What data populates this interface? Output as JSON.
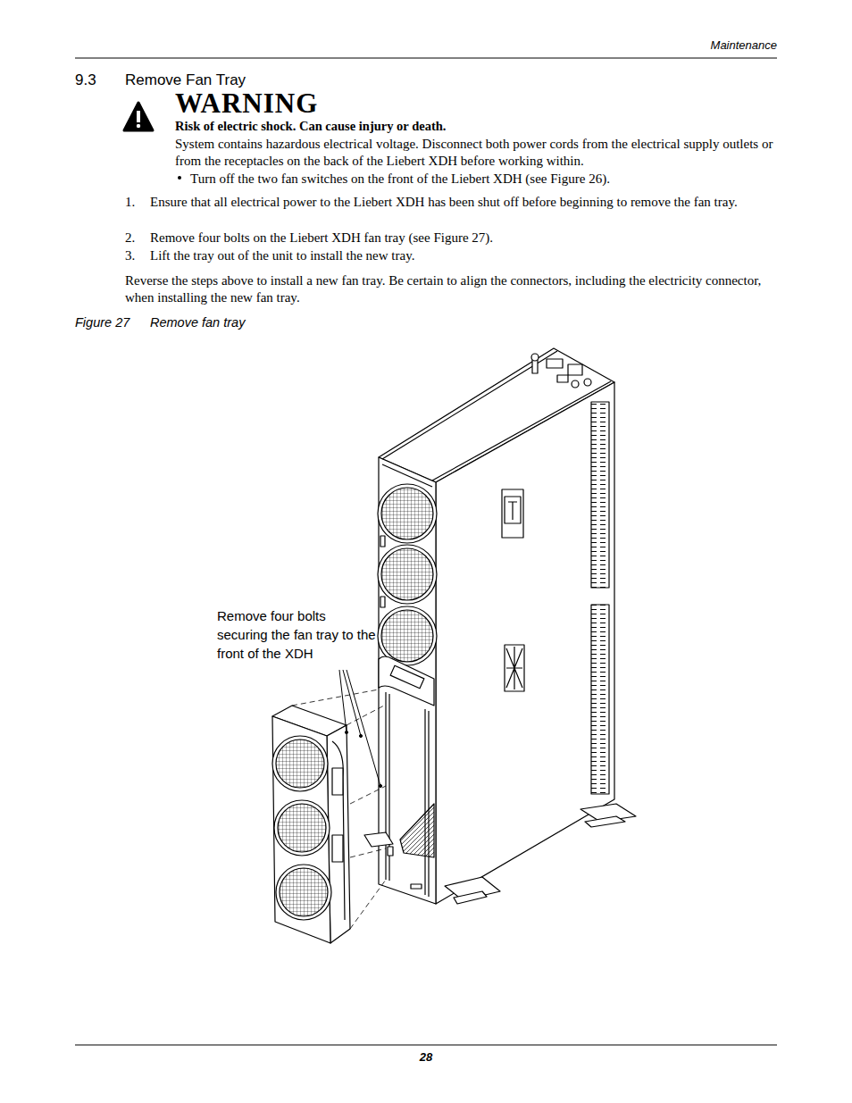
{
  "diagram": {
    "title": "Remove Fan Tray",
    "caption": "Remove fan tray",
    "labels": [
      "Maintenance",
      "9.3",
      "WARNING",
      "Risk of electric shock. Can cause injury or death.",
      "System contains hazardous electrical voltage. Disconnect both power cords from the electrical supply outlets or from the receptacles on the back of the Liebert XDH before working within.",
      "Turn off the two fan switches on the front of the Liebert XDH (see Figure 26).",
      "1.",
      "Ensure that all electrical power to the Liebert XDH has been shut off before beginning to remove the fan tray.",
      "2.",
      "Remove four bolts on the Liebert XDH  fan tray (see Figure 27).",
      "3.",
      "Lift the tray out of the unit to install the new tray.",
      "Reverse the steps above to install a new fan tray. Be certain to align the connectors, including the electricity connector, when installing the new fan tray.",
      "Figure 27",
      "Remove four bolts securing the fan tray to the front of the XDH",
      "28"
    ]
  }
}
